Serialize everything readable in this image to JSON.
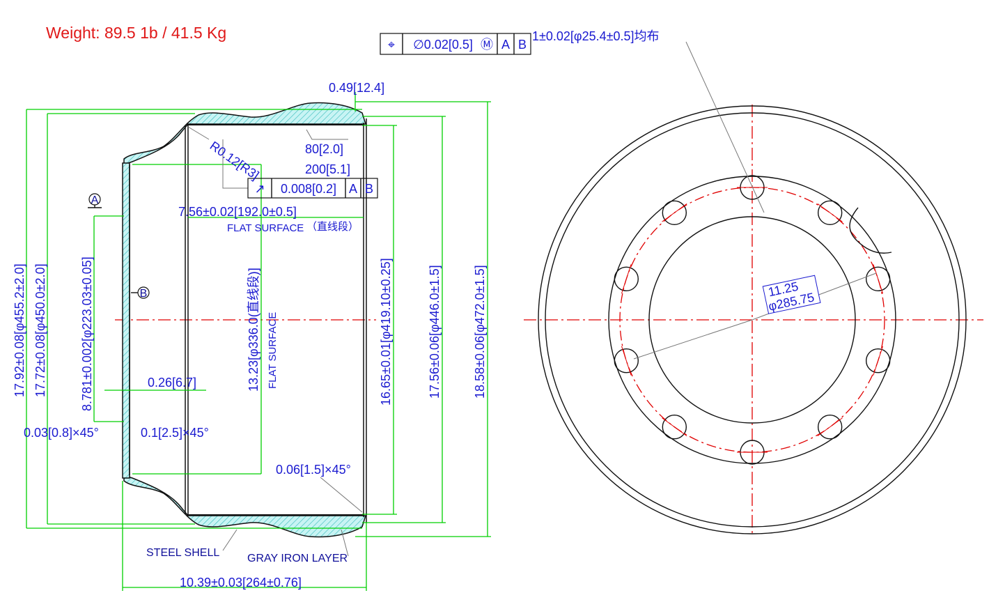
{
  "header": {
    "weight": "Weight: 89.5 1b / 41.5 Kg"
  },
  "fcf_top": {
    "symbol": "⌖",
    "tolerance": "∅0.02[0.5]",
    "modifier": "Ⓜ",
    "datum_a": "A",
    "datum_b": "B",
    "note": "1±0.02[φ25.4±0.5]均布"
  },
  "fcf_side": {
    "symbol": "↗",
    "tolerance": "0.008[0.2]",
    "datum_a": "A",
    "datum_b": "B"
  },
  "datums": {
    "a": "A",
    "b": "B"
  },
  "dims": {
    "d049": "0.49[12.4]",
    "r012": "R0.12[R3]",
    "d80": "80[2.0]",
    "d200": "200[5.1]",
    "d756": "7.56±0.02[192.0±0.5]",
    "flat_surface": "FLAT SURFACE",
    "flat_cn": "（直线段）",
    "d1792": "17.92±0.08[φ455.2±2.0]",
    "d1772": "17.72±0.08[φ450.0±2.0]",
    "d8781": "8.781±0.002[φ223.03±0.05]",
    "d1323": "13.23[φ336.0(直线段)]",
    "flat_surface_v": "FLAT SURFACE",
    "d1665": "16.65±0.01[φ419.10±0.25]",
    "d1756": "17.56±0.06[φ446.0±1.5]",
    "d1858": "18.58±0.06[φ472.0±1.5]",
    "d026": "0.26[6.7]",
    "d003": "0.03[0.8]×45°",
    "d01": "0.1[2.5]×45°",
    "d006": "0.06[1.5]×45°",
    "steel_shell": "STEEL SHELL",
    "gray_iron": "GRAY IRON LAYER",
    "d1039": "10.39±0.03[264±0.76]",
    "pcd_in": "11.25",
    "pcd_mm": "φ285.75"
  }
}
